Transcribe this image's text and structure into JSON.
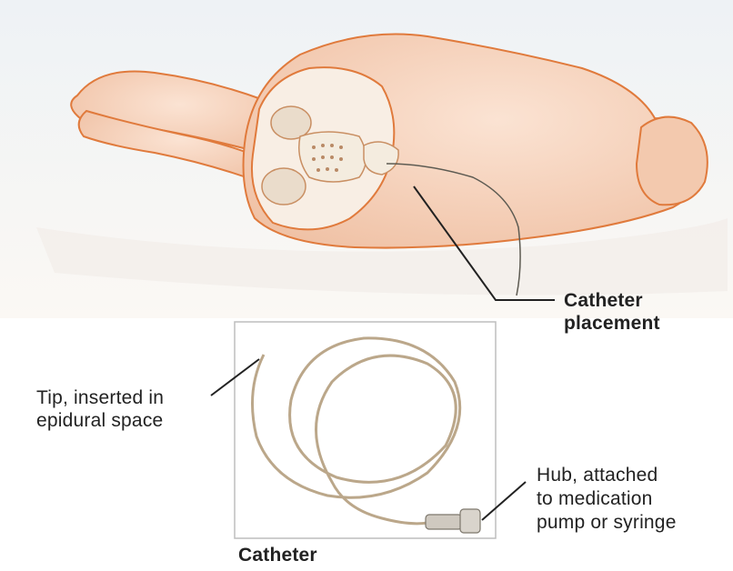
{
  "labels": {
    "catheter_placement": {
      "line1": "Catheter",
      "line2": "placement"
    },
    "tip": {
      "line1": "Tip, inserted in",
      "line2": "epidural space"
    },
    "hub": {
      "line1": "Hub, attached",
      "line2": "to medication",
      "line3": "pump or syringe"
    },
    "catheter_caption": "Catheter"
  },
  "colors": {
    "skin": "#f6d2bc",
    "skin_outline": "#e07a3c",
    "bone": "#f5efe6",
    "surface": "#e8eef1",
    "leader_line": "#222222",
    "catheter": "#bba78a"
  }
}
